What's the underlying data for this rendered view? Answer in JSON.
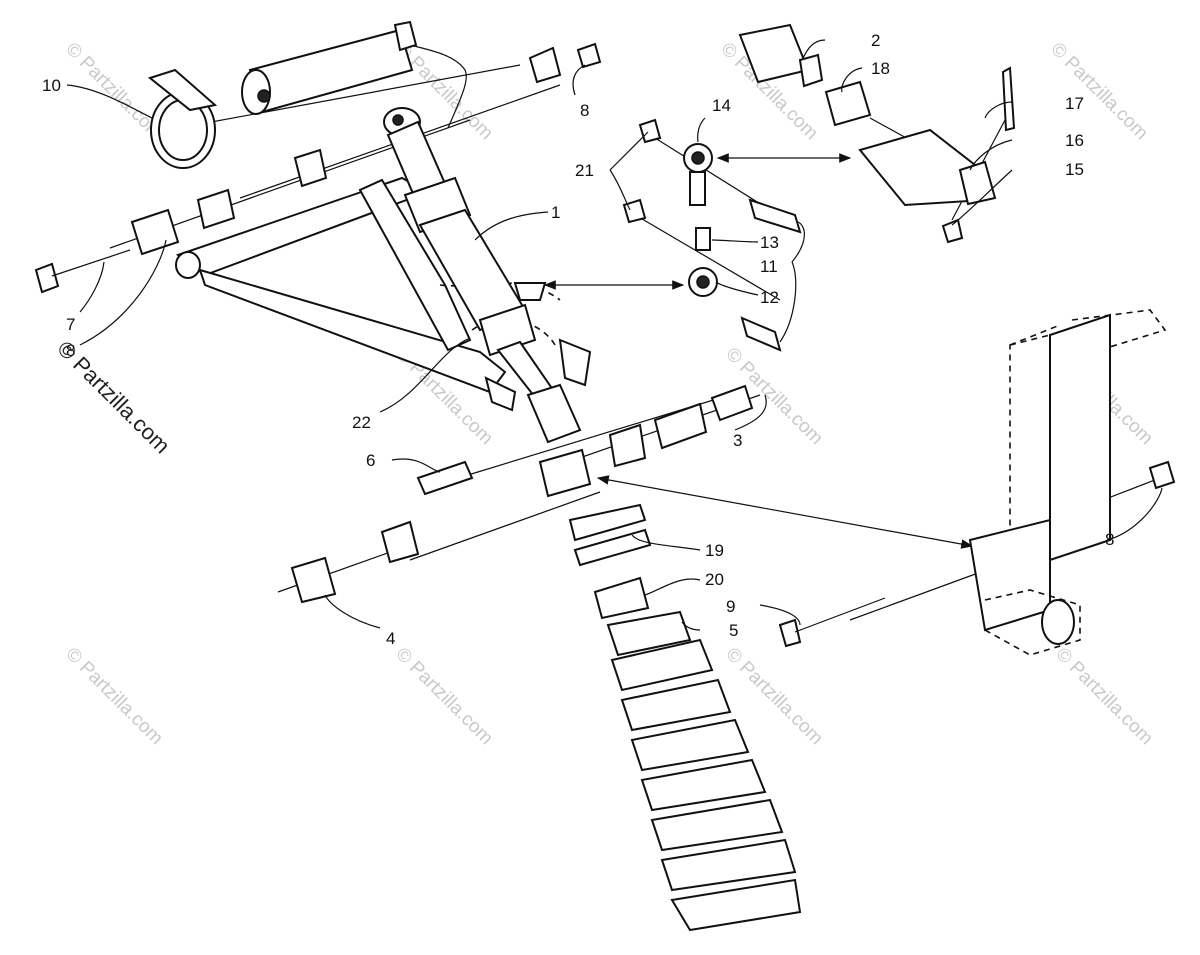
{
  "watermarks": {
    "repeated": "© Partzilla.com",
    "side": "© Partzilla.com"
  },
  "callouts": {
    "c1": "1",
    "c2": "2",
    "c3": "3",
    "c4": "4",
    "c5": "5",
    "c6": "6",
    "c7": "7",
    "c8a": "8",
    "c8b": "8",
    "c8c": "8",
    "c9": "9",
    "c10": "10",
    "c11": "11",
    "c12": "12",
    "c13": "13",
    "c14": "14",
    "c15": "15",
    "c16": "16",
    "c17": "17",
    "c18": "18",
    "c19": "19",
    "c20": "20",
    "c21": "21",
    "c22": "22"
  },
  "colors": {
    "ink": "#111111",
    "watermark": "#c9c9c9",
    "background": "#ffffff"
  }
}
